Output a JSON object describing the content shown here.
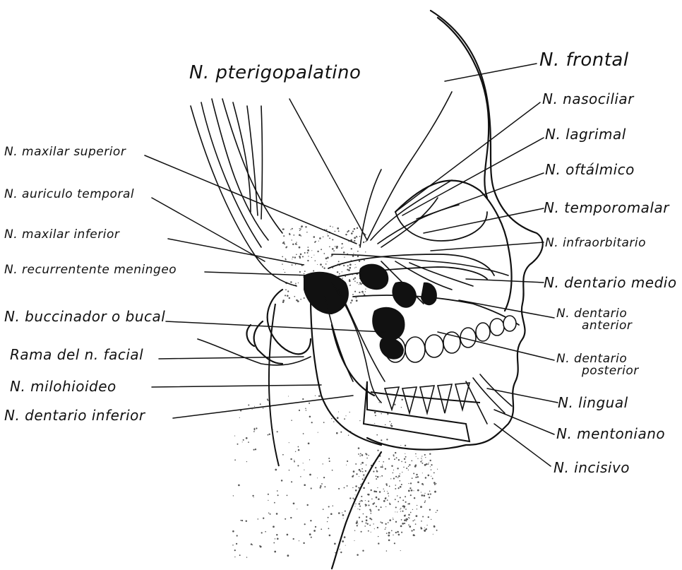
{
  "labels": {
    "pterigopalatino": "N. pterigopalatino",
    "frontal": "N. frontal",
    "nasociliar": "N. nasociliar",
    "lagrimal": "N. lagrimal",
    "oftalmico": "N. oftálmico",
    "temporomalar": "N. temporomalar",
    "infraorbitario": "N. infraorbitario",
    "dentario_medio": "N. dentario medio",
    "dentario_anterior_1": "N. dentario",
    "dentario_anterior_2": "anterior",
    "dentario_posterior_1": "N. dentario",
    "dentario_posterior_2": "posterior",
    "lingual": "N. lingual",
    "mentoniano": "N. mentoniano",
    "incisivo": "N. incisivo",
    "maxilar_superior": "N. maxilar superior",
    "auriculo_temporal": "N. auriculo temporal",
    "maxilar_inferior": "N. maxilar inferior",
    "recurrente_meningeo": "N. recurrentente meningeo",
    "buccinador": "N. buccinador o bucal",
    "rama_facial": "Rama del n. facial",
    "milohioideo": "N. milohioideo",
    "dentario_inferior": "N. dentario inferior"
  },
  "colors": {
    "ink": "#111111",
    "paper": "#ffffff"
  }
}
